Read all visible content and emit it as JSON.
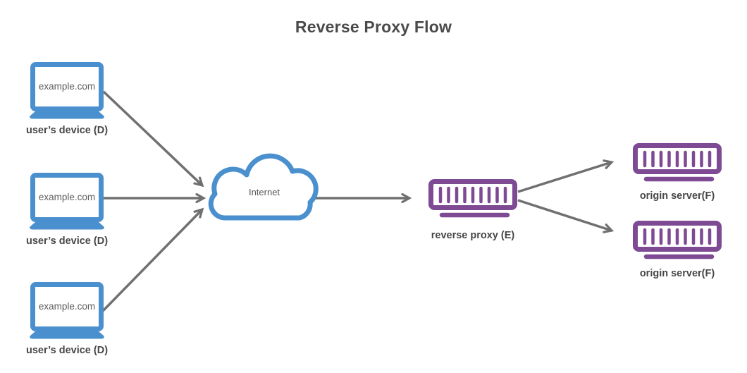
{
  "title": "Reverse Proxy Flow",
  "colors": {
    "device_blue": "#4b90ce",
    "server_purple": "#7d4a93",
    "arrow_gray": "#707070",
    "title_text": "#4a4a4a"
  },
  "devices": [
    {
      "screen_text": "example.com",
      "label": "user’s device (D)"
    },
    {
      "screen_text": "example.com",
      "label": "user’s device (D)"
    },
    {
      "screen_text": "example.com",
      "label": "user’s device (D)"
    }
  ],
  "cloud": {
    "label": "Internet"
  },
  "proxy": {
    "label": "reverse proxy (E)"
  },
  "origins": [
    {
      "label": "origin server(F)"
    },
    {
      "label": "origin server(F)"
    }
  ],
  "icons": {
    "laptop-icon": "laptop outline with base bar",
    "cloud-icon": "cloud outline",
    "server-icon": "server box with 9 vertical slots and stand bar",
    "arrow-icon": "open V arrowhead line"
  }
}
